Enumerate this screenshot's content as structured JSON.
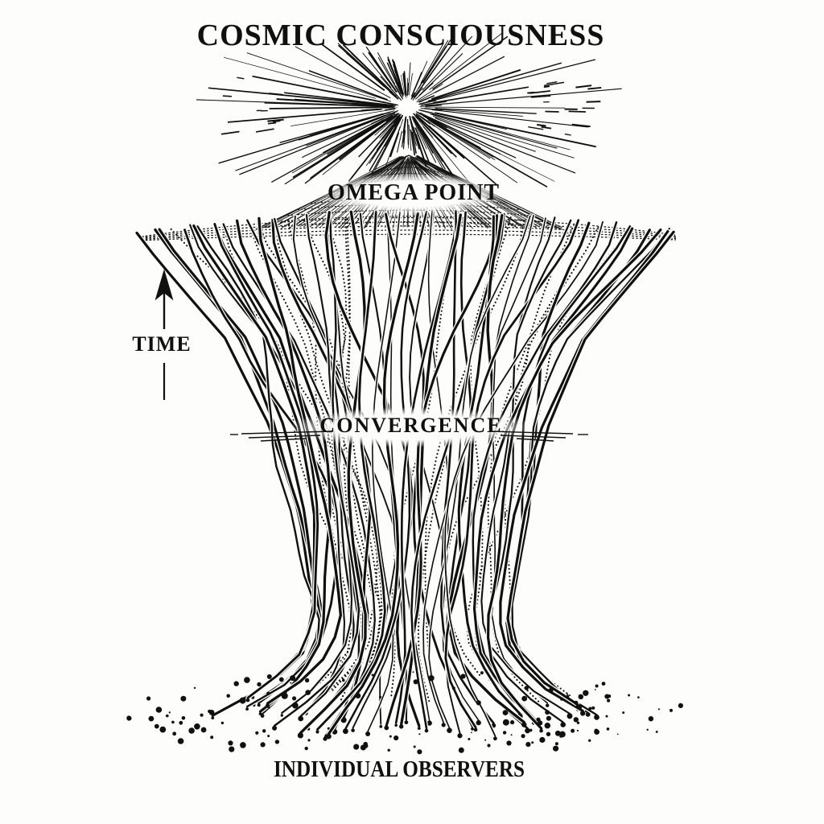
{
  "diagram": {
    "title": "COSMIC CONSCIOUSNESS",
    "labels": {
      "omega_point": "OMEGA POINT",
      "convergence": "CONVERGENCE",
      "time": "TIME",
      "individual_observers": "INDIVIDUAL OBSERVERS"
    },
    "icons": {
      "time_arrow": "up-arrow-icon",
      "starburst": "starburst-icon"
    },
    "colors": {
      "ink": "#101010",
      "background": "#fdfdfb"
    }
  }
}
